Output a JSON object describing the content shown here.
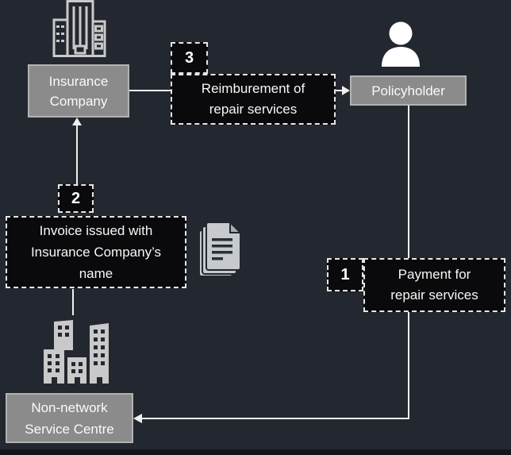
{
  "colors": {
    "canvas_bg": "#23272f",
    "line_color": "#f0f0f0",
    "node_fill": "#8b8b8b",
    "node_border": "#b2b2b2",
    "label_fill": "#0a0a0c",
    "label_border": "#e6e6e6",
    "icon_gray": "#c9c9c9",
    "bottom_bar": "#14141a"
  },
  "diagram": {
    "nodes": {
      "insurance_company": {
        "label": "Insurance\nCompany"
      },
      "policyholder": {
        "label": "Policyholder"
      },
      "non_network_service_centre": {
        "label": "Non-network\nService Centre"
      }
    },
    "steps": [
      {
        "number": "1",
        "label": "Payment for\nrepair services"
      },
      {
        "number": "2",
        "label": "Invoice issued with\nInsurance Company’s\nname"
      },
      {
        "number": "3",
        "label": "Reimburement of\nrepair services"
      }
    ],
    "icons": {
      "insurance_company": "office-building-icon",
      "policyholder": "person-icon",
      "invoice": "documents-icon",
      "service_centre": "city-buildings-icon"
    }
  }
}
